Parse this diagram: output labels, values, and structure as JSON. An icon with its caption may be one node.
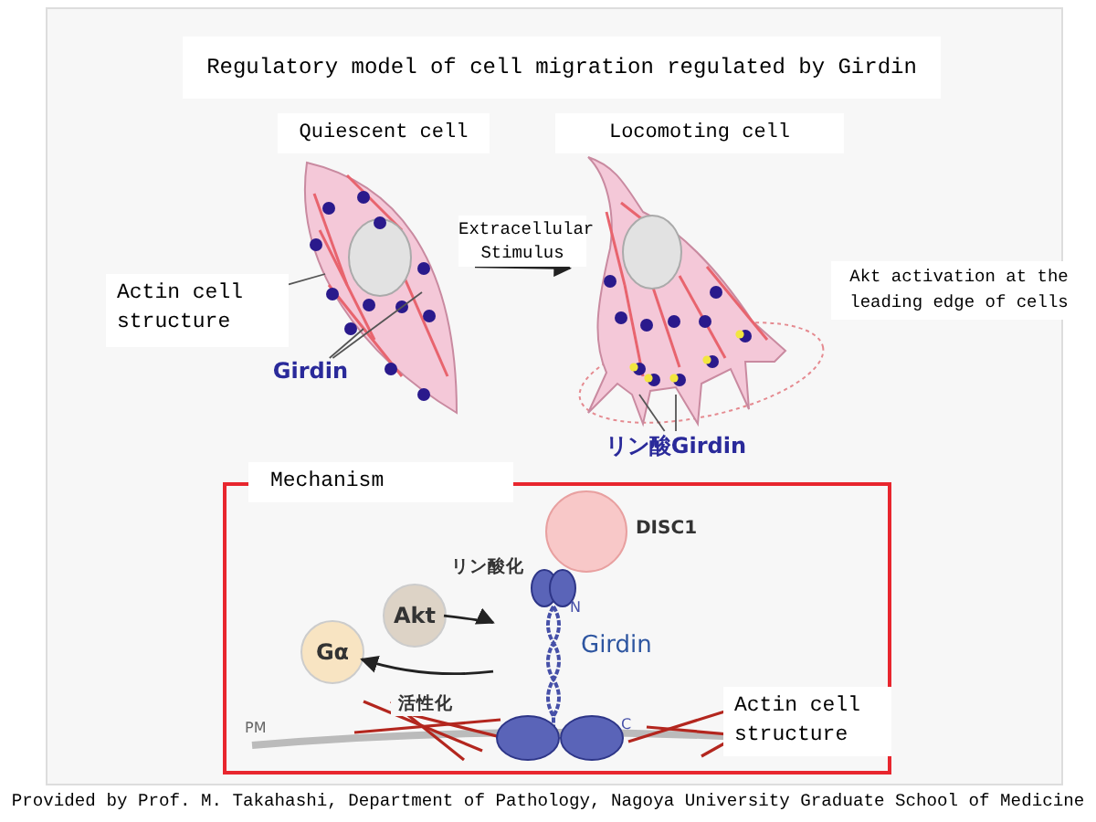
{
  "diagram": {
    "title": "Regulatory model of cell migration regulated by Girdin",
    "caption": "Provided by Prof. M. Takahashi, Department of Pathology, Nagoya University Graduate School of Medicine",
    "nodes": [
      {
        "text": [
          "Quiescent cell"
        ]
      },
      {
        "text": [
          "Locomoting cell"
        ]
      },
      {
        "text": [
          "Actin cell structure"
        ]
      },
      {
        "text": [
          "Girdin"
        ]
      },
      {
        "text": [
          "リン酸Girdin"
        ]
      },
      {
        "text": [
          "Mechanism"
        ]
      },
      {
        "text": [
          "DISC1"
        ],
        "in": 5
      },
      {
        "text": [
          "Akt"
        ],
        "in": 5
      },
      {
        "text": [
          "Gα"
        ],
        "in": 5
      },
      {
        "text": [
          "Girdin"
        ],
        "in": 5
      },
      {
        "text": [
          "Actin cell structure"
        ],
        "in": 5
      }
    ],
    "edges": [
      {
        "from": 0,
        "to": 1,
        "arrow": "to",
        "label": "Extracellular Stimulus"
      },
      {
        "from": 2,
        "to": 0,
        "arrow": "none"
      },
      {
        "from": 3,
        "to": 0,
        "arrow": "none"
      },
      {
        "from": 3,
        "to": 0,
        "arrow": "none"
      },
      {
        "from": 4,
        "to": 1,
        "arrow": "none"
      },
      {
        "from": 4,
        "to": 1,
        "arrow": "none"
      },
      {
        "from": 7,
        "to": 9,
        "arrow": "to",
        "label": "リン酸化"
      },
      {
        "from": 9,
        "to": 8,
        "arrow": "to",
        "label": "活性化"
      }
    ],
    "labels": [
      "Akt activation at the leading edge of cells",
      "N",
      "C",
      "PM"
    ]
  }
}
